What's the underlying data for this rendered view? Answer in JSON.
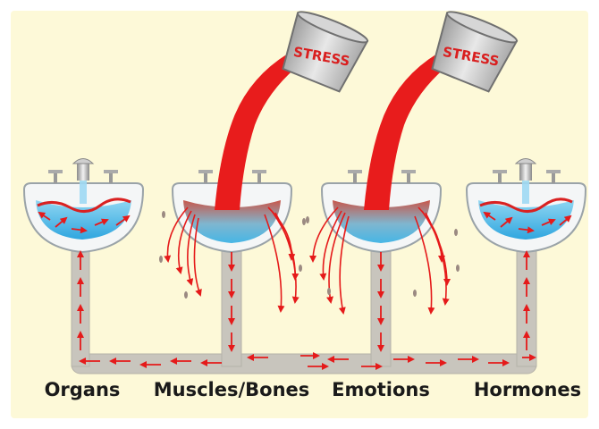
{
  "labels": {
    "organs": "Organs",
    "muscles_bones": "Muscles/Bones",
    "emotions": "Emotions",
    "hormones": "Hormones"
  },
  "buckets": {
    "left": "STRESS",
    "right": "STRESS"
  },
  "colors": {
    "background": "#fdf9d8",
    "frame": "#ffffff",
    "pipe": "#c8c5bd",
    "stress": "#e81c1c",
    "water": "#4fb8e8",
    "arrow": "#e51a1a",
    "label": "#1a1a1a"
  }
}
